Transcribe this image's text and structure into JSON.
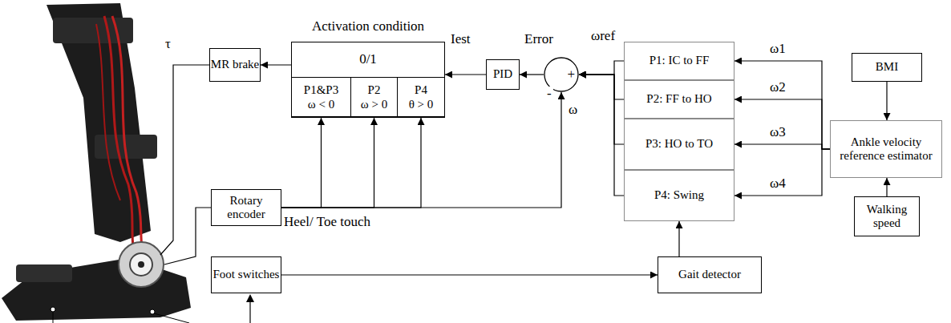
{
  "diagram": {
    "nodes": [
      {
        "text": [
          "MR brake"
        ]
      },
      {
        "text": [
          "Activation condition",
          "0/1"
        ]
      },
      {
        "text": [
          "P1&P3",
          "ω < 0"
        ],
        "in": 1
      },
      {
        "text": [
          "P2",
          "ω > 0"
        ],
        "in": 1
      },
      {
        "text": [
          "P4",
          "θ > 0"
        ],
        "in": 1
      },
      {
        "text": [
          "PID"
        ]
      },
      {
        "text": [
          "+"
        ]
      },
      {
        "text": [
          "P1: IC to FF"
        ]
      },
      {
        "text": [
          "P2: FF to HO"
        ]
      },
      {
        "text": [
          "P3: HO to TO"
        ]
      },
      {
        "text": [
          "P4: Swing"
        ]
      },
      {
        "text": [
          "BMI"
        ]
      },
      {
        "text": [
          "Ankle velocity reference estimator"
        ]
      },
      {
        "text": [
          "Walking speed"
        ]
      },
      {
        "text": [
          "Rotary encoder"
        ]
      },
      {
        "text": [
          "Foot switches"
        ]
      },
      {
        "text": [
          "Gait detector"
        ]
      }
    ],
    "edges": [
      {
        "from": 1,
        "to": 0,
        "arrow": "to"
      },
      {
        "from": 5,
        "to": 1,
        "arrow": "to",
        "label": "Iest"
      },
      {
        "from": 6,
        "to": 5,
        "arrow": "to",
        "label": "Error"
      },
      {
        "from": 7,
        "to": 6,
        "arrow": "to",
        "label": "ωref"
      },
      {
        "from": 8,
        "to": 6,
        "arrow": "to"
      },
      {
        "from": 9,
        "to": 6,
        "arrow": "to"
      },
      {
        "from": 10,
        "to": 6,
        "arrow": "to"
      },
      {
        "from": 14,
        "to": 2,
        "arrow": "to"
      },
      {
        "from": 14,
        "to": 3,
        "arrow": "to"
      },
      {
        "from": 14,
        "to": 4,
        "arrow": "to"
      },
      {
        "from": 14,
        "to": 6,
        "arrow": "to",
        "label": "ω"
      },
      {
        "from": 15,
        "to": 16,
        "arrow": "to",
        "label": "Heel/ Toe touch"
      },
      {
        "from": 16,
        "to": 10,
        "arrow": "to"
      },
      {
        "from": 12,
        "to": 7,
        "arrow": "to",
        "label": "ω1"
      },
      {
        "from": 12,
        "to": 8,
        "arrow": "to",
        "label": "ω2"
      },
      {
        "from": 12,
        "to": 9,
        "arrow": "to",
        "label": "ω3"
      },
      {
        "from": 12,
        "to": 10,
        "arrow": "to",
        "label": "ω4"
      },
      {
        "from": 11,
        "to": 12,
        "arrow": "to"
      },
      {
        "from": 13,
        "to": 12,
        "arrow": "to"
      }
    ],
    "labels": [
      "τ",
      "-"
    ]
  }
}
